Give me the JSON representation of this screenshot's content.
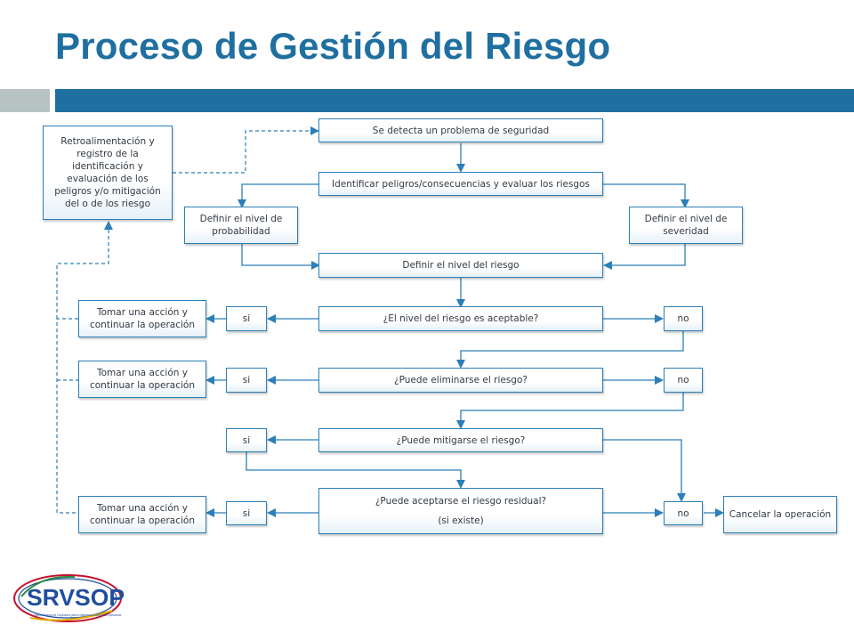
{
  "title": "Proceso de Gestión del Riesgo",
  "boxes": {
    "feedback": "Retroalimentación y registro de la identificación y evaluación de  los peligros y/o mitigación del o de los riesgo",
    "detect": "Se detecta un problema de seguridad",
    "identify": "Identificar peligros/consecuencias y evaluar los riesgos",
    "probability": "Definir el nivel de probabilidad",
    "severity": "Definir el nivel de severidad",
    "risk_level": "Definir el nivel del riesgo",
    "q_acceptable": "¿El nivel del riesgo es aceptable?",
    "q_eliminate": "¿Puede eliminarse el riesgo?",
    "q_mitigate": "¿Puede mitigarse  el riesgo?",
    "q_residual_line1": "¿Puede aceptarse el riesgo residual?",
    "q_residual_line2": "(si existe)",
    "si_1": "si",
    "si_2": "si",
    "si_3": "si",
    "si_4": "si",
    "no_1": "no",
    "no_2": "no",
    "no_4": "no",
    "action_1": "Tomar una acción y continuar la operación",
    "action_2": "Tomar una acción y continuar la operación",
    "action_4": "Tomar una acción y continuar la operación",
    "cancel": "Cancelar la operación"
  },
  "logo": {
    "text": "SRVSOP",
    "subtitle": "Sistema Regional de Cooperación para la Vigilancia de la Seguridad Operacional"
  },
  "colors": {
    "title": "#1f6fa0",
    "accent_bar": "#1f6fa0",
    "grey_bar": "#b7c4c2",
    "box_border": "#2c7fb8",
    "connector": "#2c7fb8",
    "logo_red": "#c8102e",
    "logo_blue": "#1f4e9e"
  }
}
